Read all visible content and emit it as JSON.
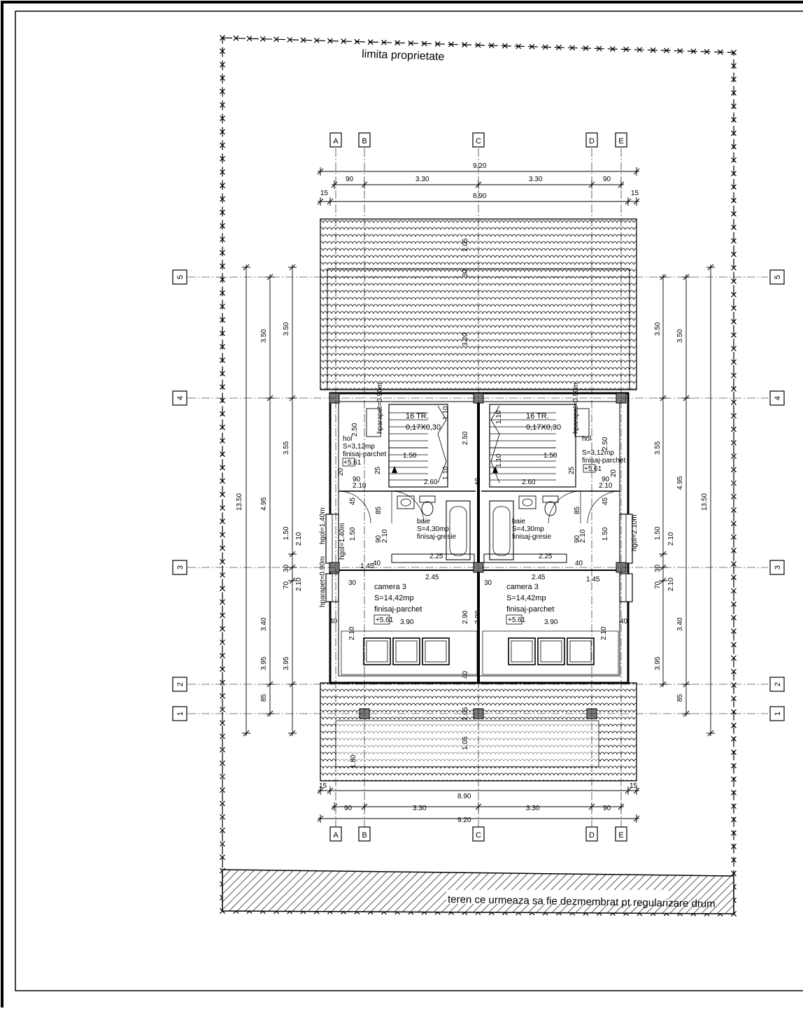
{
  "property_label": "limita proprietate",
  "road_label": "teren ce urmeaza sa fie dezmembrat pt regularizare drum",
  "axes_columns": [
    "A",
    "B",
    "C",
    "D",
    "E"
  ],
  "axes_rows": [
    "5",
    "4",
    "3",
    "2",
    "1"
  ],
  "dims_top": {
    "overall": "9.20",
    "inner": "8.90",
    "side": "90",
    "bay": "3.30",
    "edge": "15"
  },
  "dims_bottom": {
    "overall": "9.20",
    "inner": "8.90",
    "side": "90",
    "bay": "3.30",
    "edge": "15"
  },
  "dims_left": {
    "total": "13.50",
    "part_upper": "4.95",
    "a": "3.50",
    "b": "3.55",
    "c": "1.50",
    "d": "30",
    "e": "70",
    "f": "3.40",
    "g": "3.95",
    "h": "85",
    "w1": "2.10",
    "w2": "2.10"
  },
  "dims_right": {
    "total": "13.50",
    "part_upper": "4.95",
    "a": "3.50",
    "b": "3.55",
    "c": "1.50",
    "d": "30",
    "e": "70",
    "f": "3.40",
    "g": "3.95",
    "h": "85",
    "w1": "2.10",
    "w2": "2.10"
  },
  "roof_dims": {
    "top": "1.05",
    "mid": "30",
    "big": "3.20",
    "bottom_a": "1.05",
    "bottom_b": "1.80",
    "bottom_c": "1.05",
    "small": "40",
    "mid2": "2.90"
  },
  "stair": {
    "title": "16 TR.",
    "size": "0,17X0,30",
    "d1": "1.10",
    "d2": "2.50",
    "d3": "1.50",
    "d4": "2.60",
    "d5": "1.10",
    "d6": "25",
    "d7": "40"
  },
  "hol": {
    "name": "hol",
    "area": "S=3,12mp",
    "finish": "finisaj-parchet",
    "level": "+5.61",
    "d1": "2.50",
    "d2": "90",
    "d3": "2.10",
    "d4": "20"
  },
  "baie": {
    "name": "baie",
    "area": "S=4,30mp",
    "finish": "finisaj-gresie",
    "d1": "85",
    "d2": "2.10",
    "d3": "90",
    "d4": "2.25",
    "d5": "1.45",
    "d6": "40",
    "d7": "1.50",
    "d8": "45"
  },
  "camera": {
    "name": "camera 3",
    "area": "S=14,42mp",
    "finish": "finisaj-parchet",
    "level": "+5.61",
    "w": "3.90",
    "d1": "2.45",
    "d2": "30",
    "d3": "2.90",
    "d4": "2.10",
    "d5": "40"
  },
  "window_labels": {
    "w1": "hparapet=0.90m",
    "w2": "hgol=1.40m",
    "w3": "hgol=1.40m",
    "w4": "hparapet=0.90m",
    "w5": "hparapet=0.90m",
    "w6": "hgol=2.10m"
  },
  "colors": {
    "line": "#000000",
    "grey_fill": "#7a7a7a",
    "paper": "#ffffff"
  }
}
